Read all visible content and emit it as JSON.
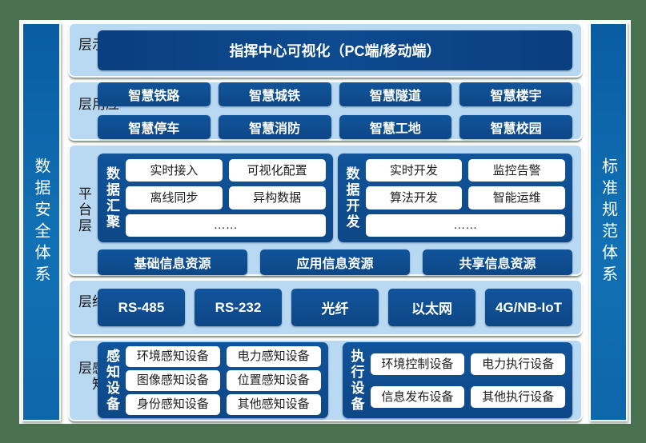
{
  "colors": {
    "frame_green": "#4a7150",
    "panel_blue": "#b9d9f3",
    "box_navy": "#0e4b8c",
    "title_navy": "#0a3f80",
    "pillar_blue": "#0c66aa",
    "white_box": "#ffffff"
  },
  "sidebars": {
    "left": {
      "label": "数据安全体系"
    },
    "right": {
      "label": "标准规范体系"
    }
  },
  "layers": {
    "display": {
      "label": "展示层",
      "title": "指挥中心可视化（PC端/移动端）"
    },
    "application": {
      "label": "应用层",
      "items": [
        "智慧铁路",
        "智慧城铁",
        "智慧隧道",
        "智慧楼宇",
        "智慧停车",
        "智慧消防",
        "智慧工地",
        "智慧校园"
      ]
    },
    "platform": {
      "label": "平台层",
      "groups": [
        {
          "label": "数据汇聚",
          "items": [
            "实时接入",
            "可视化配置",
            "离线同步",
            "异构数据"
          ],
          "more": "……"
        },
        {
          "label": "数据开发",
          "items": [
            "实时开发",
            "监控告警",
            "算法开发",
            "智能运维"
          ],
          "more": "……"
        }
      ],
      "resources": [
        "基础信息资源",
        "应用信息资源",
        "共享信息资源"
      ]
    },
    "network": {
      "label": "网络层",
      "items": [
        "RS-485",
        "RS-232",
        "光纤",
        "以太网",
        "4G/NB-IoT"
      ]
    },
    "perception": {
      "label": "感知层",
      "groups": [
        {
          "label": "感知设备",
          "items": [
            "环境感知设备",
            "电力感知设备",
            "图像感知设备",
            "位置感知设备",
            "身份感知设备",
            "其他感知设备"
          ]
        },
        {
          "label": "执行设备",
          "items": [
            "环境控制设备",
            "电力执行设备",
            "信息发布设备",
            "其他执行设备"
          ]
        }
      ]
    }
  }
}
